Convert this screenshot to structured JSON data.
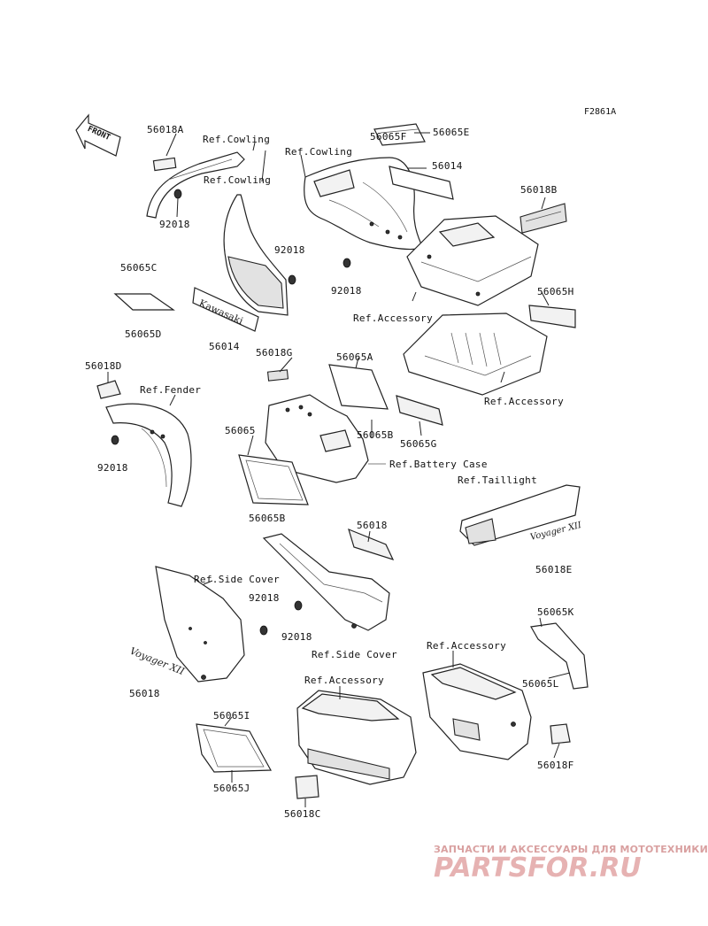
{
  "figure_code": "F2861A",
  "front_arrow_label": "FRONT",
  "parts": [
    {
      "id": "p-56018a",
      "text": "56018A"
    },
    {
      "id": "p-ref-cowling-1",
      "text": "Ref.Cowling"
    },
    {
      "id": "p-ref-cowling-2",
      "text": "Ref.Cowling"
    },
    {
      "id": "p-56065f",
      "text": "56065F"
    },
    {
      "id": "p-56065e",
      "text": "56065E"
    },
    {
      "id": "p-ref-cowling-3",
      "text": "Ref.Cowling"
    },
    {
      "id": "p-56014-top",
      "text": "56014"
    },
    {
      "id": "p-56018b",
      "text": "56018B"
    },
    {
      "id": "p-92018-a",
      "text": "92018"
    },
    {
      "id": "p-92018-b",
      "text": "92018"
    },
    {
      "id": "p-92018-c",
      "text": "92018"
    },
    {
      "id": "p-56065c",
      "text": "56065C"
    },
    {
      "id": "p-56065h",
      "text": "56065H"
    },
    {
      "id": "p-56065d",
      "text": "56065D"
    },
    {
      "id": "p-56014-mid",
      "text": "56014"
    },
    {
      "id": "p-ref-accessory-1",
      "text": "Ref.Accessory"
    },
    {
      "id": "p-56018g",
      "text": "56018G"
    },
    {
      "id": "p-56065a",
      "text": "56065A"
    },
    {
      "id": "p-56018d",
      "text": "56018D"
    },
    {
      "id": "p-ref-fender",
      "text": "Ref.Fender"
    },
    {
      "id": "p-ref-accessory-2",
      "text": "Ref.Accessory"
    },
    {
      "id": "p-56065",
      "text": "56065"
    },
    {
      "id": "p-56065b-a",
      "text": "56065B"
    },
    {
      "id": "p-56065g",
      "text": "56065G"
    },
    {
      "id": "p-92018-d",
      "text": "92018"
    },
    {
      "id": "p-ref-battery-case",
      "text": "Ref.Battery Case"
    },
    {
      "id": "p-ref-taillight",
      "text": "Ref.Taillight"
    },
    {
      "id": "p-56065b-b",
      "text": "56065B"
    },
    {
      "id": "p-56018",
      "text": "56018"
    },
    {
      "id": "p-56018e",
      "text": "56018E"
    },
    {
      "id": "p-ref-side-cover-1",
      "text": "Ref.Side Cover"
    },
    {
      "id": "p-92018-e",
      "text": "92018"
    },
    {
      "id": "p-92018-f",
      "text": "92018"
    },
    {
      "id": "p-56065k",
      "text": "56065K"
    },
    {
      "id": "p-ref-accessory-3",
      "text": "Ref.Accessory"
    },
    {
      "id": "p-ref-side-cover-2",
      "text": "Ref.Side Cover"
    },
    {
      "id": "p-ref-accessory-4",
      "text": "Ref.Accessory"
    },
    {
      "id": "p-56065l",
      "text": "56065L"
    },
    {
      "id": "p-56018-low",
      "text": "56018"
    },
    {
      "id": "p-56065i",
      "text": "56065I"
    },
    {
      "id": "p-56018f",
      "text": "56018F"
    },
    {
      "id": "p-56065j",
      "text": "56065J"
    },
    {
      "id": "p-56018c",
      "text": "56018C"
    }
  ],
  "decal_texts": {
    "kawasaki": "Kawasaki",
    "voyager_1": "Voyager XII",
    "voyager_2": "Voyager XII"
  },
  "watermark": {
    "tagline": "ЗАПЧАСТИ И АКСЕССУАРЫ ДЛЯ МОТОТЕХНИКИ",
    "brand": "PARTSFOR.RU"
  },
  "colors": {
    "line": "#222222",
    "watermark": "#e6b2b2"
  }
}
